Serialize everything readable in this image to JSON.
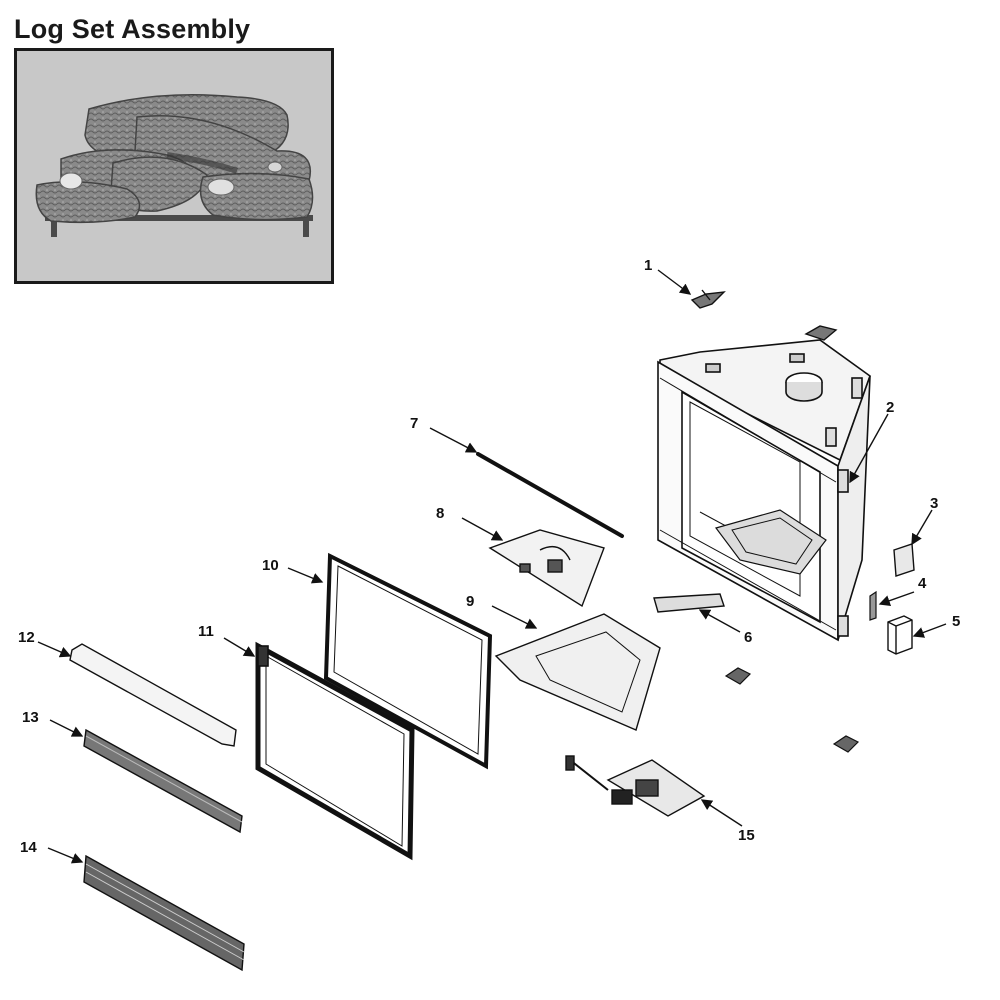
{
  "heading": "Log Set Assembly",
  "callouts": [
    {
      "id": "1",
      "label": "1"
    },
    {
      "id": "2",
      "label": "2"
    },
    {
      "id": "3",
      "label": "3"
    },
    {
      "id": "4",
      "label": "4"
    },
    {
      "id": "5",
      "label": "5"
    },
    {
      "id": "6",
      "label": "6"
    },
    {
      "id": "7",
      "label": "7"
    },
    {
      "id": "8",
      "label": "8"
    },
    {
      "id": "9",
      "label": "9"
    },
    {
      "id": "10",
      "label": "10"
    },
    {
      "id": "11",
      "label": "11"
    },
    {
      "id": "12",
      "label": "12"
    },
    {
      "id": "13",
      "label": "13"
    },
    {
      "id": "14",
      "label": "14"
    },
    {
      "id": "15",
      "label": "15"
    }
  ]
}
